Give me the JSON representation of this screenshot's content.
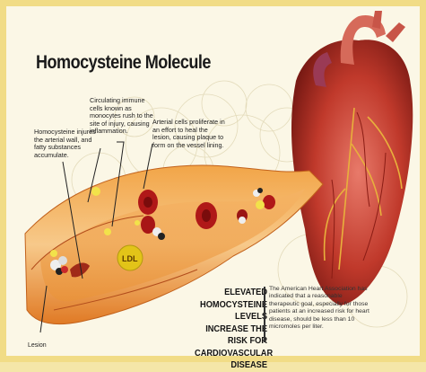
{
  "title": "Homocysteine Molecule",
  "annotations": {
    "injury": "Homocysteine injures the arterial wall, and fatty substances accumulate.",
    "immune": "Circulating immune cells known as monocytes rush to the site of injury, causing inflammation.",
    "proliferate": "Arterial cells proliferate in an effort to heal the lesion, causing plaque to form on the vessel lining.",
    "lesion": "Lesion"
  },
  "ldl_label": "LDL",
  "headline_lines": [
    "ELEVATED",
    "HOMOCYSTEINE LEVELS",
    "INCREASE THE RISK FOR",
    "CARDIOVASCULAR DISEASE"
  ],
  "aha_text": "The American Heart Association has indicated that a reasonable therapeutic goal, especially for those patients at an increased risk for heart disease, should be less than 10 micromoles per liter.",
  "colors": {
    "frame": "#f1dc86",
    "artery_outer": "#e8892c",
    "artery_inner": "#f6c77a",
    "blood_cell": "#b01818",
    "heart": "#c8443a"
  }
}
